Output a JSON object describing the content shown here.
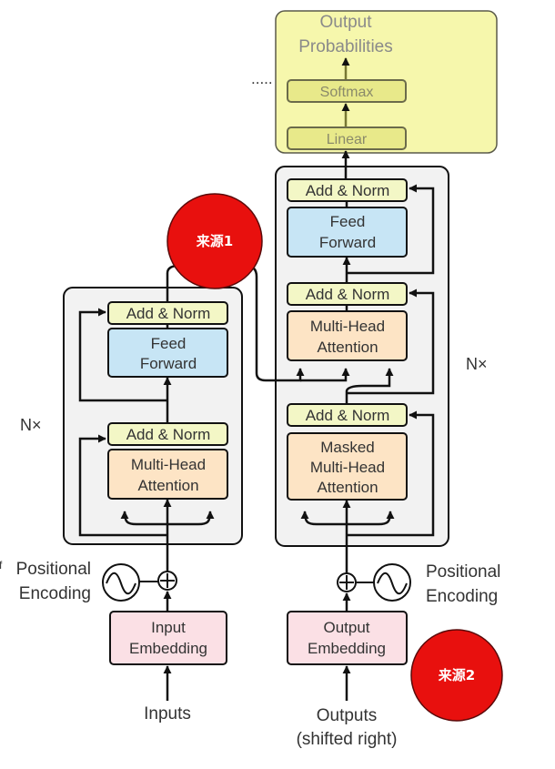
{
  "colors": {
    "add_norm": "#f3f7c6",
    "feed_forward": "#c7e5f5",
    "attention": "#fde4c5",
    "embedding": "#fbe0e5",
    "stack_bg": "#f2f2f2",
    "highlight": "#f6f7ac",
    "source_marker": "#e8100e"
  },
  "encoder": {
    "nx": "N×",
    "add_norm_top": "Add & Norm",
    "feed_forward_1": "Feed",
    "feed_forward_2": "Forward",
    "add_norm_bottom": "Add & Norm",
    "attention_1": "Multi-Head",
    "attention_2": "Attention",
    "positional_1": "Positional",
    "positional_2": "Encoding",
    "embedding_1": "Input",
    "embedding_2": "Embedding",
    "inputs": "Inputs"
  },
  "decoder": {
    "nx": "N×",
    "add_norm_top": "Add & Norm",
    "feed_forward_1": "Feed",
    "feed_forward_2": "Forward",
    "add_norm_mid": "Add & Norm",
    "attention_1": "Multi-Head",
    "attention_2": "Attention",
    "add_norm_bottom": "Add & Norm",
    "masked_1": "Masked",
    "masked_2": "Multi-Head",
    "masked_3": "Attention",
    "positional_1": "Positional",
    "positional_2": "Encoding",
    "embedding_1": "Output",
    "embedding_2": "Embedding",
    "outputs_1": "Outputs",
    "outputs_2": "(shifted right)"
  },
  "head": {
    "output_1": "Output",
    "output_2": "Probabilities",
    "softmax": "Softmax",
    "linear": "Linear",
    "ellipsis": "....."
  },
  "markers": {
    "source_1": "来源1",
    "source_2": "来源2"
  }
}
